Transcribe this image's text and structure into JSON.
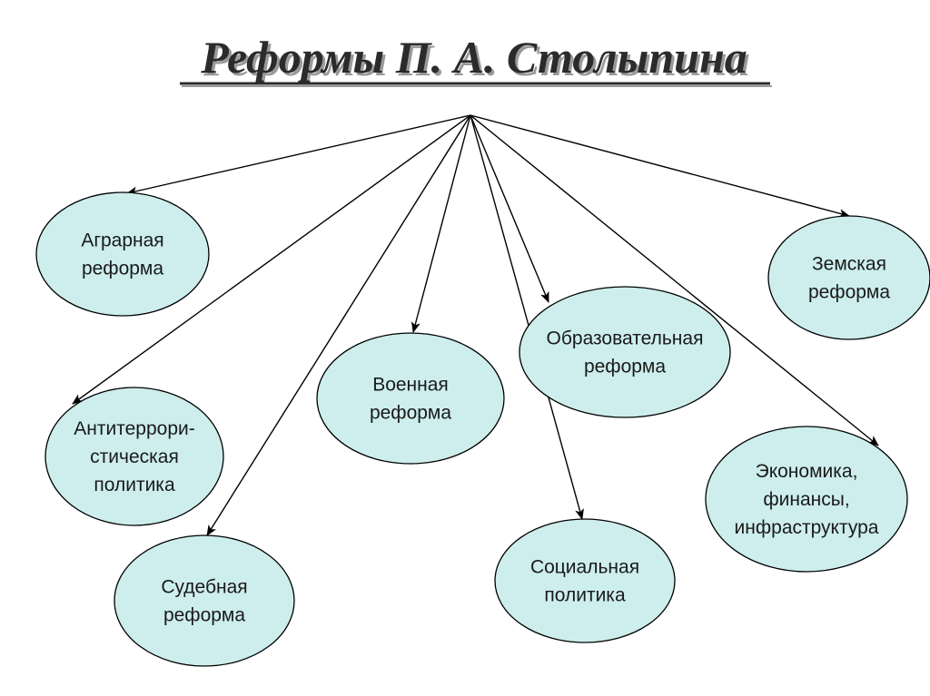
{
  "title": "Реформы П. А. Столыпина",
  "nodes": [
    {
      "id": "agrarian",
      "lines": [
        "Аграрная",
        "реформа"
      ]
    },
    {
      "id": "zemstvo",
      "lines": [
        "Земская",
        "реформа"
      ]
    },
    {
      "id": "education",
      "lines": [
        "Образовательная",
        "реформа"
      ]
    },
    {
      "id": "military",
      "lines": [
        "Военная",
        "реформа"
      ]
    },
    {
      "id": "antiterror",
      "lines": [
        "Антитеррори-",
        "стическая",
        "политика"
      ]
    },
    {
      "id": "economy",
      "lines": [
        "Экономика,",
        "финансы,",
        "инфраструктура"
      ]
    },
    {
      "id": "judicial",
      "lines": [
        "Судебная",
        "реформа"
      ]
    },
    {
      "id": "social",
      "lines": [
        "Социальная",
        "политика"
      ]
    }
  ],
  "colors": {
    "node_fill": "#cdeeed",
    "line": "#000000"
  }
}
